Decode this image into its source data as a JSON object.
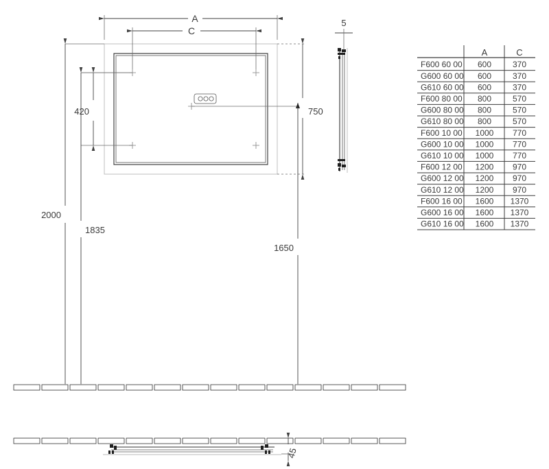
{
  "drawing": {
    "title": "Mirror technical drawing",
    "dimensions": {
      "width_label": "A",
      "inner_width_label": "C",
      "mount_vertical": "420",
      "mirror_height": "750",
      "floor_to_top": "2000",
      "floor_to_mount_top": "1835",
      "floor_to_center": "1650",
      "depth": "5",
      "bracket_depth": "45"
    },
    "views": {
      "front_view": "front-elevation",
      "side_view": "side-section",
      "plan_view_upper": "plan-section-upper",
      "plan_view_lower": "plan-section-lower"
    },
    "controls": {
      "panel_name": "sensor-switch-panel",
      "button_count": 3
    },
    "mount_points": 4
  },
  "table": {
    "headers": [
      "",
      "A",
      "C"
    ],
    "rows": [
      {
        "model": "F600 60 00",
        "a": "600",
        "c": "370"
      },
      {
        "model": "G600 60 00",
        "a": "600",
        "c": "370"
      },
      {
        "model": "G610 60 00",
        "a": "600",
        "c": "370"
      },
      {
        "model": "F600 80 00",
        "a": "800",
        "c": "570"
      },
      {
        "model": "G600 80 00",
        "a": "800",
        "c": "570"
      },
      {
        "model": "G610 80 00",
        "a": "800",
        "c": "570"
      },
      {
        "model": "F600 10 00",
        "a": "1000",
        "c": "770"
      },
      {
        "model": "G600 10 00",
        "a": "1000",
        "c": "770"
      },
      {
        "model": "G610 10 00",
        "a": "1000",
        "c": "770"
      },
      {
        "model": "F600 12 00",
        "a": "1200",
        "c": "970"
      },
      {
        "model": "G600 12 00",
        "a": "1200",
        "c": "970"
      },
      {
        "model": "G610 12 00",
        "a": "1200",
        "c": "970"
      },
      {
        "model": "F600 16 00",
        "a": "1600",
        "c": "1370"
      },
      {
        "model": "G600 16 00",
        "a": "1600",
        "c": "1370"
      },
      {
        "model": "G610 16 00",
        "a": "1600",
        "c": "1370"
      }
    ]
  },
  "colors": {
    "line": "#404040",
    "frame": "#2f2f2f",
    "light": "#b9b9b9",
    "text": "#3a3a3a",
    "background": "#ffffff"
  }
}
